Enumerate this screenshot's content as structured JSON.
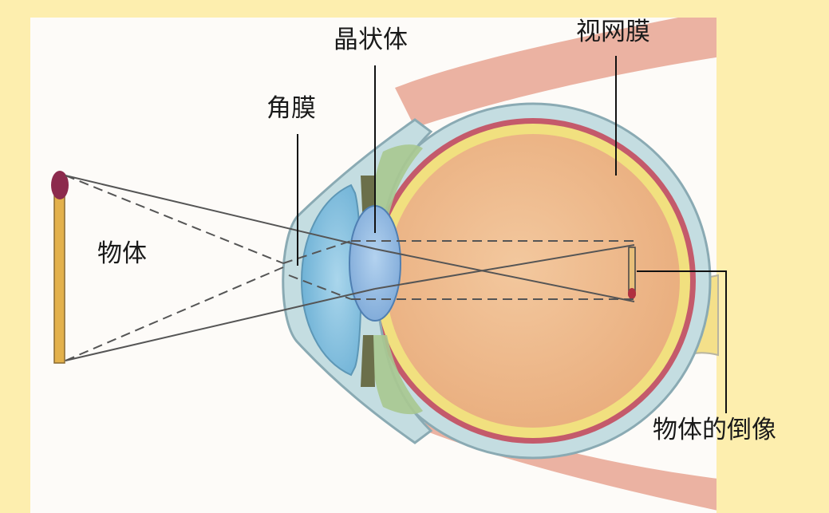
{
  "labels": {
    "lens": "晶状体",
    "retina": "视网膜",
    "cornea": "角膜",
    "object": "物体",
    "inverted_image": "物体的倒像"
  },
  "colors": {
    "page_background": "#fdeeae",
    "panel": "#fdfbf8",
    "eyeball": "#f0bd8f",
    "sclera": "#bcd7dc",
    "retina_layer": "#c45a6b",
    "choroid_layer": "#f1e07f",
    "cornea_fill": "#86c3e0",
    "lens_fill": "#8db8e0",
    "ciliary_green": "#a8c890",
    "optic_nerve": "#f4e08a",
    "muscle": "#e29a88",
    "match_head": "#8c2a4d",
    "match_stick": "#e3b14c"
  }
}
